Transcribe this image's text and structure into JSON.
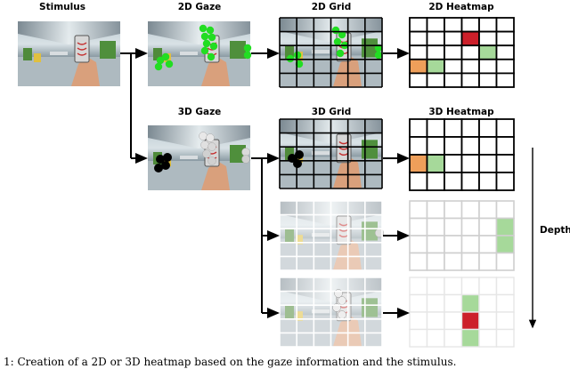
{
  "labels": {
    "stimulus": "Stimulus",
    "gaze_2d": "2D Gaze",
    "grid_2d": "2D Grid",
    "heatmap_2d": "2D Heatmap",
    "gaze_3d": "3D Gaze",
    "grid_3d": "3D Grid",
    "heatmap_3d": "3D Heatmap",
    "depth": "Depth"
  },
  "caption": "1: Creation of a 2D or 3D heatmap based on the gaze information and the stimulus.",
  "colors": {
    "fixation_2d": "#22dd22",
    "fixation_3d_front": "#000000",
    "fixation_3d_mid": "#e6e6e6",
    "heat_high": "#cc1f2a",
    "heat_mid": "#ee9f5a",
    "heat_low": "#a6d99a",
    "grid_line": "#000000",
    "faded_grid": "#cccccc"
  },
  "heatmaps": {
    "heatmap_2d": [
      [
        0,
        0,
        0,
        0,
        0
      ],
      [
        0,
        0,
        0,
        3,
        0,
        0
      ],
      [
        0,
        0,
        0,
        0,
        1,
        0
      ],
      [
        2,
        1,
        0,
        0,
        0,
        0
      ],
      [
        0,
        0,
        0,
        0,
        0,
        0
      ]
    ],
    "heatmap_3d_layer1": [
      [
        0,
        0,
        0,
        0,
        0,
        0
      ],
      [
        0,
        0,
        0,
        0,
        0,
        0
      ],
      [
        2,
        1,
        0,
        0,
        0,
        0
      ],
      [
        0,
        0,
        0,
        0,
        0,
        0
      ]
    ],
    "heatmap_3d_layer2": [
      [
        0,
        0,
        0,
        0,
        0,
        0
      ],
      [
        0,
        0,
        0,
        0,
        0,
        1
      ],
      [
        0,
        0,
        0,
        0,
        0,
        1
      ],
      [
        0,
        0,
        0,
        0,
        0,
        0
      ]
    ],
    "heatmap_3d_layer3": [
      [
        0,
        0,
        0,
        0,
        0,
        0
      ],
      [
        0,
        0,
        0,
        1,
        0,
        0
      ],
      [
        0,
        0,
        0,
        3,
        0,
        0
      ],
      [
        0,
        0,
        0,
        1,
        0,
        0
      ]
    ]
  },
  "level_note": "cell values: 0 empty, 1 low, 2 mid, 3 high"
}
